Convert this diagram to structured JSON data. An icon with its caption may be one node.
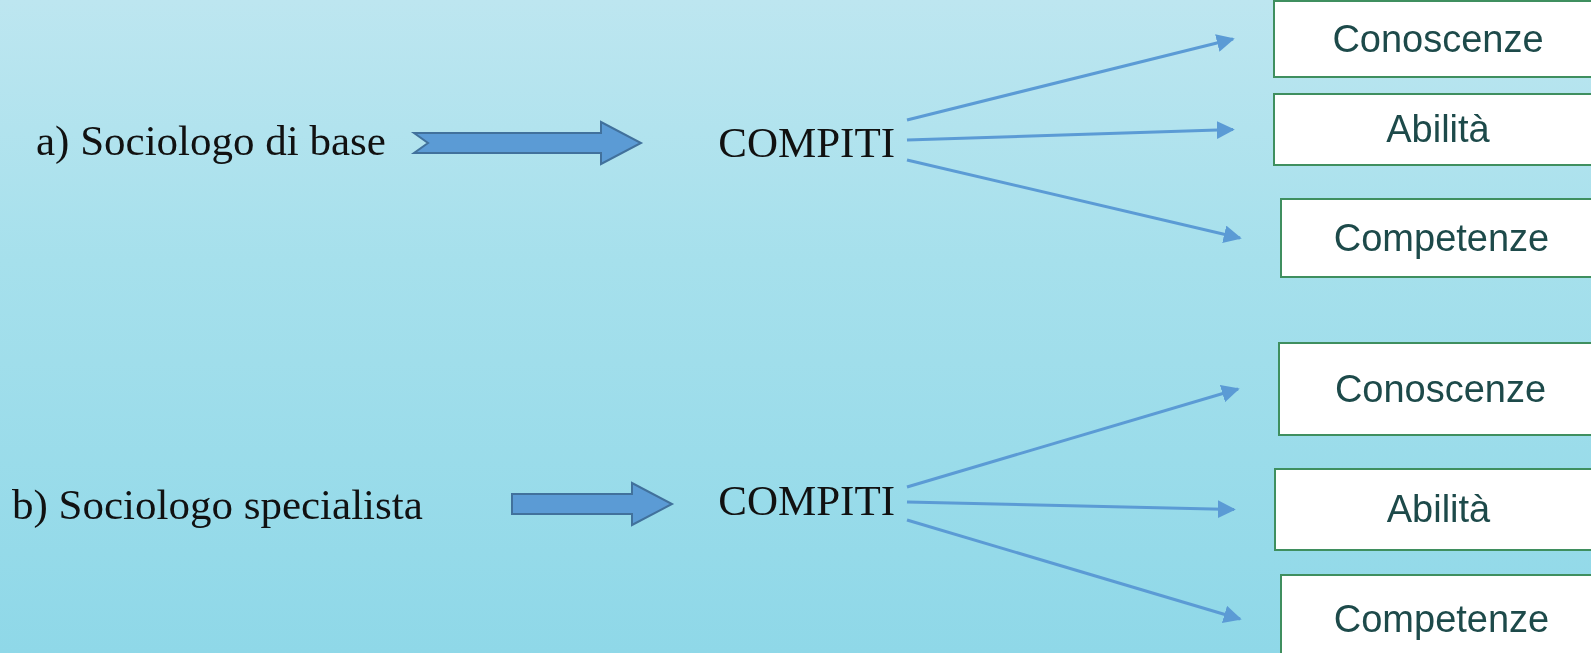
{
  "diagram": {
    "nodes": [
      {
        "text": [
          "a) Sociologo di base"
        ]
      },
      {
        "text": [
          "COMPITI"
        ]
      },
      {
        "text": [
          "Conoscenze"
        ]
      },
      {
        "text": [
          "Abilità"
        ]
      },
      {
        "text": [
          "Competenze"
        ]
      },
      {
        "text": [
          "b) Sociologo specialista"
        ]
      },
      {
        "text": [
          "COMPITI"
        ]
      },
      {
        "text": [
          "Conoscenze"
        ]
      },
      {
        "text": [
          "Abilità"
        ]
      },
      {
        "text": [
          "Competenze"
        ]
      }
    ],
    "edges": [
      {
        "from": 0,
        "to": 1,
        "arrow": "to",
        "style": "thick"
      },
      {
        "from": 1,
        "to": 2,
        "arrow": "to"
      },
      {
        "from": 1,
        "to": 3,
        "arrow": "to"
      },
      {
        "from": 1,
        "to": 4,
        "arrow": "to"
      },
      {
        "from": 5,
        "to": 6,
        "arrow": "to",
        "style": "thick"
      },
      {
        "from": 6,
        "to": 7,
        "arrow": "to"
      },
      {
        "from": 6,
        "to": 8,
        "arrow": "to"
      },
      {
        "from": 6,
        "to": 9,
        "arrow": "to"
      }
    ]
  }
}
